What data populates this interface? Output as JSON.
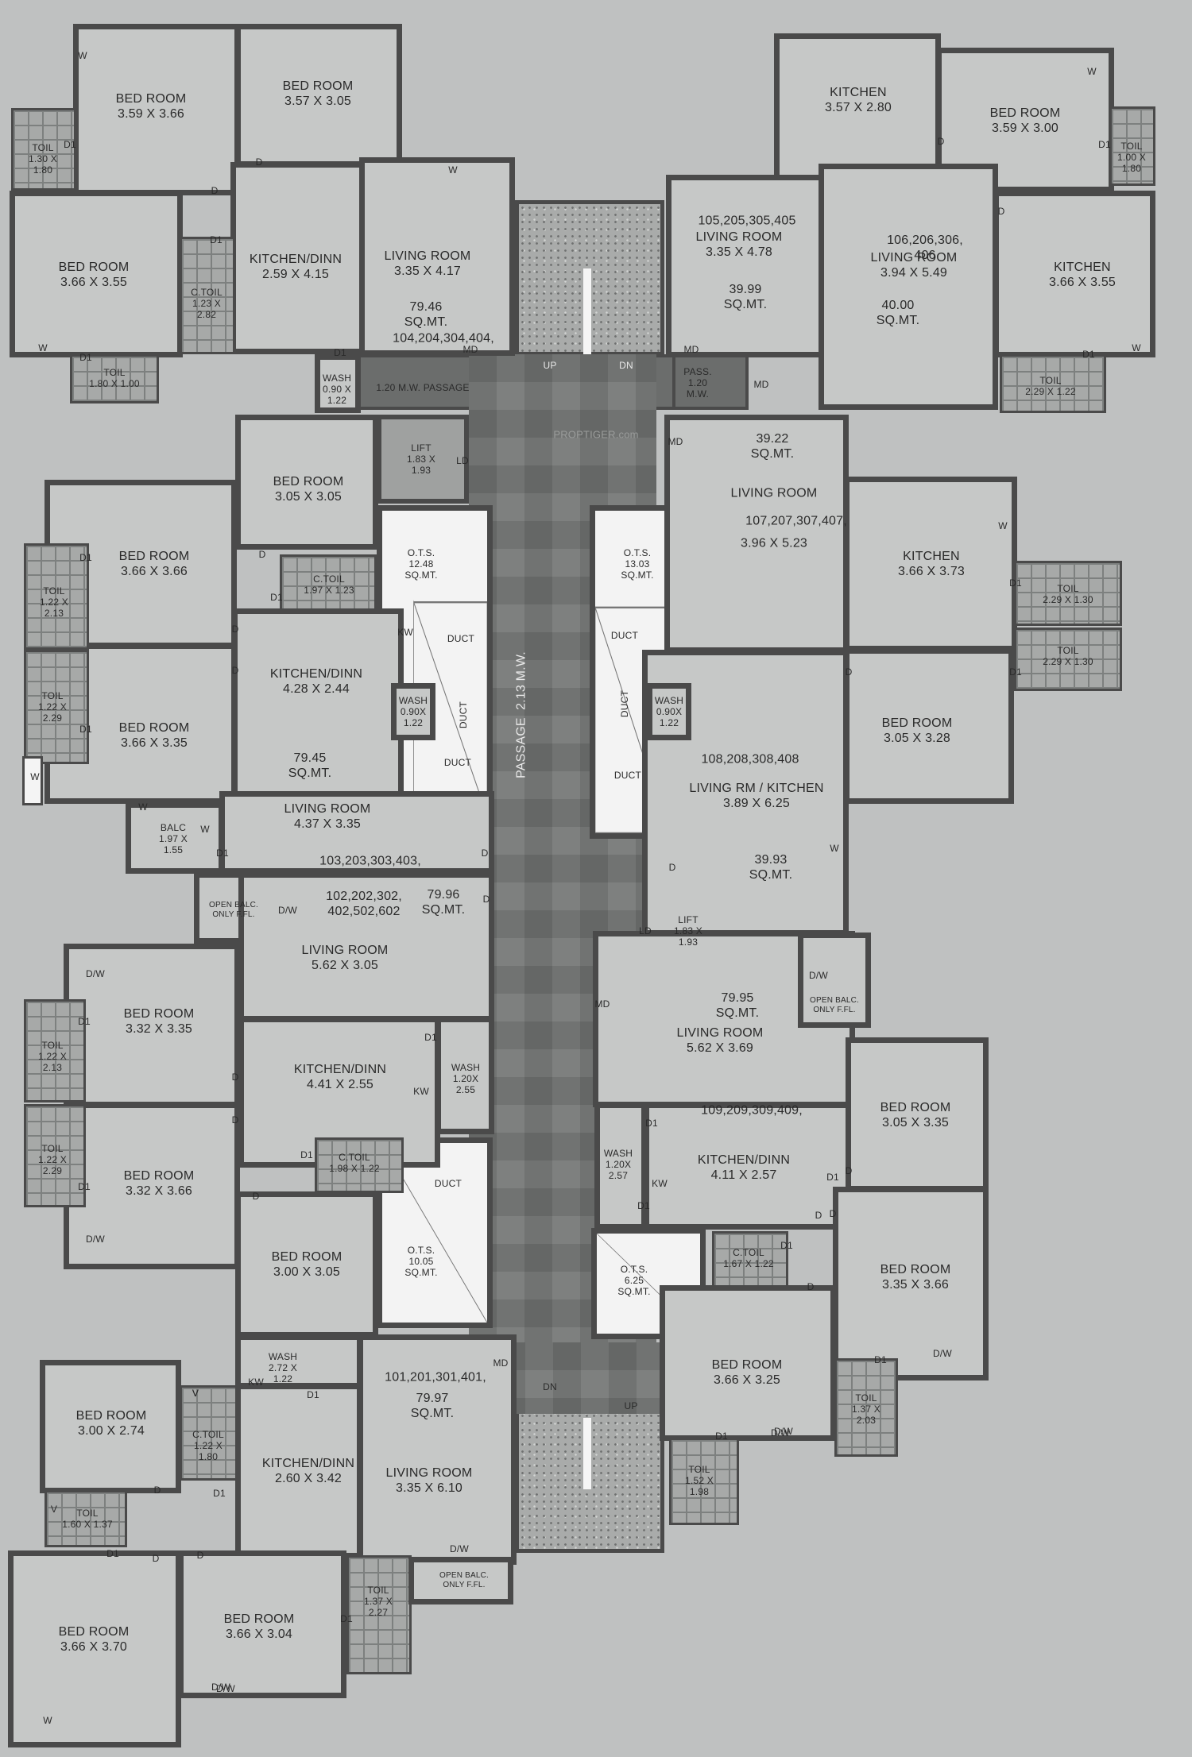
{
  "watermark": "PROPTIGER.com",
  "corridor": {
    "passage_main": "PASSAGE  2.13 M.W.",
    "passage_small": "1.20 M.W. PASSAGE",
    "pass": "PASS.\n1.20\nM.W.",
    "up_top": "UP",
    "dn_top": "DN",
    "dn_bottom": "DN",
    "up_bottom": "UP"
  },
  "lifts": [
    {
      "label": "LIFT\n1.83 X\n1.93"
    },
    {
      "label": "LIFT\n1.83 X\n1.93"
    }
  ],
  "ots": [
    {
      "label": "O.T.S.\n12.48\nSQ.MT.",
      "duct1": "DUCT",
      "duct2": "DUCT",
      "duct3": "DUCT"
    },
    {
      "label": "O.T.S.\n13.03\nSQ.MT.",
      "duct1": "DUCT",
      "duct2": "DUCT",
      "duct3": "DUCT"
    },
    {
      "label": "O.T.S.\n10.05\nSQ.MT.",
      "duct1": "DUCT"
    },
    {
      "label": "O.T.S.\n6.25\nSQ.MT."
    }
  ],
  "flats": {
    "f104": {
      "no": "104,204,304,404,",
      "area": "79.46\nSQ.MT."
    },
    "f105": {
      "no": "105,205,305,405",
      "area": "39.99\nSQ.MT."
    },
    "f106": {
      "no": "106,206,306,\n406",
      "area": "40.00\nSQ.MT."
    },
    "f107": {
      "no": "107,207,307,407,",
      "area": "39.22\nSQ.MT."
    },
    "f108": {
      "no": "108,208,308,408",
      "area": "39.93\nSQ.MT."
    },
    "f103": {
      "no": "103,203,303,403,",
      "area": "79.45\nSQ.MT."
    },
    "f102": {
      "no": "102,202,302,\n402,502,602",
      "area": "79.96\nSQ.MT."
    },
    "f109": {
      "no": "109,209,309,409,",
      "area": "79.95\nSQ.MT."
    },
    "f101": {
      "no": "101,201,301,401,",
      "area": "79.97\nSQ.MT."
    }
  },
  "rooms": [
    {
      "id": "r1",
      "label": "BED ROOM\n3.59 X 3.66"
    },
    {
      "id": "r2",
      "label": "BED ROOM\n3.57 X 3.05"
    },
    {
      "id": "r3",
      "label": "BED ROOM\n3.66 X 3.55"
    },
    {
      "id": "r4",
      "label": "KITCHEN/DINN\n2.59 X 4.15"
    },
    {
      "id": "r5",
      "label": "LIVING ROOM\n3.35 X 4.17"
    },
    {
      "id": "r6",
      "label": "KITCHEN\n3.57 X 2.80"
    },
    {
      "id": "r7",
      "label": "BED ROOM\n3.59 X 3.00"
    },
    {
      "id": "r8",
      "label": "LIVING ROOM\n3.35 X 4.78"
    },
    {
      "id": "r9",
      "label": "LIVING ROOM\n3.94 X 5.49"
    },
    {
      "id": "r10",
      "label": "KITCHEN\n3.66 X 3.55"
    },
    {
      "id": "r11",
      "label": "BED ROOM\n3.05 X 3.05"
    },
    {
      "id": "r12",
      "label": "BED ROOM\n3.66 X 3.66"
    },
    {
      "id": "r13",
      "label": "BED ROOM\n3.66 X 3.35"
    },
    {
      "id": "r14",
      "label": "KITCHEN/DINN\n4.28 X 2.44"
    },
    {
      "id": "r15",
      "label": "LIVING ROOM\n4.37 X 3.35"
    },
    {
      "id": "r16",
      "label": "LIVING ROOM"
    },
    {
      "id": "r17",
      "label": "3.96 X 5.23"
    },
    {
      "id": "r18",
      "label": "KITCHEN\n3.66 X 3.73"
    },
    {
      "id": "r19",
      "label": "BED ROOM\n3.05 X 3.28"
    },
    {
      "id": "r20",
      "label": "LIVING RM / KITCHEN\n3.89 X 6.25"
    },
    {
      "id": "r21",
      "label": "LIVING ROOM\n5.62 X 3.05"
    },
    {
      "id": "r22",
      "label": "BED ROOM\n3.32 X 3.35"
    },
    {
      "id": "r23",
      "label": "BED ROOM\n3.32 X 3.66"
    },
    {
      "id": "r24",
      "label": "KITCHEN/DINN\n4.41 X 2.55"
    },
    {
      "id": "r25",
      "label": "BED ROOM\n3.00 X 3.05"
    },
    {
      "id": "r26",
      "label": "LIVING ROOM\n5.62 X 3.69"
    },
    {
      "id": "r27",
      "label": "KITCHEN/DINN\n4.11 X 2.57"
    },
    {
      "id": "r28",
      "label": "BED ROOM\n3.05 X 3.35"
    },
    {
      "id": "r29",
      "label": "BED ROOM\n3.35 X 3.66"
    },
    {
      "id": "r30",
      "label": "BED ROOM\n3.66 X 3.25"
    },
    {
      "id": "r31",
      "label": "BED ROOM\n3.00 X 2.74"
    },
    {
      "id": "r32",
      "label": "KITCHEN/DINN\n2.60 X 3.42"
    },
    {
      "id": "r33",
      "label": "LIVING ROOM\n3.35 X 6.10"
    },
    {
      "id": "r34",
      "label": "BED ROOM\n3.66 X 3.70"
    },
    {
      "id": "r35",
      "label": "BED ROOM\n3.66 X 3.04"
    }
  ],
  "small": [
    {
      "id": "s1",
      "label": "TOIL\n1.30 X\n1.80"
    },
    {
      "id": "s2",
      "label": "C.TOIL\n1.23 X\n2.82"
    },
    {
      "id": "s3",
      "label": "TOIL\n1.80 X 1.00"
    },
    {
      "id": "s4",
      "label": "WASH\n0.90 X\n1.22"
    },
    {
      "id": "s5",
      "label": "TOIL\n1.00 X\n1.80"
    },
    {
      "id": "s6",
      "label": "TOIL\n2.29 X 1.22"
    },
    {
      "id": "s7",
      "label": "TOIL\n1.22 X\n2.13"
    },
    {
      "id": "s8",
      "label": "TOIL\n1.22 X\n2.29"
    },
    {
      "id": "s9",
      "label": "C.TOIL\n1.97 X 1.23"
    },
    {
      "id": "s10",
      "label": "WASH\n0.90X\n1.22"
    },
    {
      "id": "s11",
      "label": "BALC\n1.97 X\n1.55"
    },
    {
      "id": "s12",
      "label": "WASH\n0.90X\n1.22"
    },
    {
      "id": "s13",
      "label": "TOIL\n2.29 X 1.30"
    },
    {
      "id": "s14",
      "label": "TOIL\n2.29 X 1.30"
    },
    {
      "id": "s15",
      "label": "OPEN BALC.\nONLY F.FL."
    },
    {
      "id": "s16",
      "label": "TOIL\n1.22 X\n2.13"
    },
    {
      "id": "s17",
      "label": "TOIL\n1.22 X\n2.29"
    },
    {
      "id": "s18",
      "label": "WASH\n1.20X\n2.55"
    },
    {
      "id": "s19",
      "label": "C.TOIL\n1.98 X 1.22"
    },
    {
      "id": "s20",
      "label": "OPEN BALC.\nONLY F.FL."
    },
    {
      "id": "s21",
      "label": "WASH\n1.20X\n2.57"
    },
    {
      "id": "s22",
      "label": "C.TOIL\n1.67 X 1.22"
    },
    {
      "id": "s23",
      "label": "TOIL\n1.37 X\n2.03"
    },
    {
      "id": "s24",
      "label": "TOIL\n1.52 X\n1.98"
    },
    {
      "id": "s25",
      "label": "WASH\n2.72 X\n1.22"
    },
    {
      "id": "s26",
      "label": "C.TOIL\n1.22 X\n1.80"
    },
    {
      "id": "s27",
      "label": "TOIL\n1.60 X 1.37"
    },
    {
      "id": "s28",
      "label": "TOIL\n1.37 X\n2.27"
    },
    {
      "id": "s29",
      "label": "OPEN BALC.\nONLY F.FL."
    }
  ],
  "marks": [
    {
      "id": "m1",
      "t": "W"
    },
    {
      "id": "m2",
      "t": "D1"
    },
    {
      "id": "m3",
      "t": "D"
    },
    {
      "id": "m4",
      "t": "D"
    },
    {
      "id": "m5",
      "t": "W"
    },
    {
      "id": "m6",
      "t": "D1"
    },
    {
      "id": "m7",
      "t": "W"
    },
    {
      "id": "m8",
      "t": "D1"
    },
    {
      "id": "m9",
      "t": "MD"
    },
    {
      "id": "m10",
      "t": "D1"
    },
    {
      "id": "m11",
      "t": "W"
    },
    {
      "id": "m12",
      "t": "D"
    },
    {
      "id": "m13",
      "t": "D1"
    },
    {
      "id": "m14",
      "t": "D"
    },
    {
      "id": "m15",
      "t": "MD"
    },
    {
      "id": "m16",
      "t": "MD"
    },
    {
      "id": "m17",
      "t": "D1"
    },
    {
      "id": "m18",
      "t": "W"
    },
    {
      "id": "m19",
      "t": "MD"
    },
    {
      "id": "m20",
      "t": "LD"
    },
    {
      "id": "m21",
      "t": "D1"
    },
    {
      "id": "m22",
      "t": "D"
    },
    {
      "id": "m23",
      "t": "D1"
    },
    {
      "id": "m24",
      "t": "D"
    },
    {
      "id": "m25",
      "t": "D"
    },
    {
      "id": "m26",
      "t": "D1"
    },
    {
      "id": "m27",
      "t": "W"
    },
    {
      "id": "m28",
      "t": "W"
    },
    {
      "id": "m29",
      "t": "D1"
    },
    {
      "id": "m30",
      "t": "KW"
    },
    {
      "id": "m31",
      "t": "D"
    },
    {
      "id": "m32",
      "t": "W"
    },
    {
      "id": "m33",
      "t": "D1"
    },
    {
      "id": "m34",
      "t": "D1"
    },
    {
      "id": "m35",
      "t": "D"
    },
    {
      "id": "m36",
      "t": "W"
    },
    {
      "id": "m37",
      "t": "D"
    },
    {
      "id": "m38",
      "t": "W"
    },
    {
      "id": "m39",
      "t": "D/W"
    },
    {
      "id": "m40",
      "t": "D"
    },
    {
      "id": "m41",
      "t": "D/W"
    },
    {
      "id": "m42",
      "t": "D1"
    },
    {
      "id": "m43",
      "t": "D"
    },
    {
      "id": "m44",
      "t": "D"
    },
    {
      "id": "m45",
      "t": "D1"
    },
    {
      "id": "m46",
      "t": "D1"
    },
    {
      "id": "m47",
      "t": "KW"
    },
    {
      "id": "m48",
      "t": "D/W"
    },
    {
      "id": "m49",
      "t": "D1"
    },
    {
      "id": "m50",
      "t": "D"
    },
    {
      "id": "m51",
      "t": "LD"
    },
    {
      "id": "m52",
      "t": "D/W"
    },
    {
      "id": "m53",
      "t": "MD"
    },
    {
      "id": "m54",
      "t": "D1"
    },
    {
      "id": "m55",
      "t": "KW"
    },
    {
      "id": "m56",
      "t": "D1"
    },
    {
      "id": "m57",
      "t": "D"
    },
    {
      "id": "m58",
      "t": "D"
    },
    {
      "id": "m59",
      "t": "D1"
    },
    {
      "id": "m60",
      "t": "D"
    },
    {
      "id": "m61",
      "t": "D1"
    },
    {
      "id": "m62",
      "t": "D/W"
    },
    {
      "id": "m63",
      "t": "D1"
    },
    {
      "id": "m64",
      "t": "D/W"
    },
    {
      "id": "m65",
      "t": "MD"
    },
    {
      "id": "m66",
      "t": "KW"
    },
    {
      "id": "m67",
      "t": "D1"
    },
    {
      "id": "m68",
      "t": "V"
    },
    {
      "id": "m69",
      "t": "D"
    },
    {
      "id": "m70",
      "t": "D1"
    },
    {
      "id": "m71",
      "t": "D1"
    },
    {
      "id": "m72",
      "t": "D"
    },
    {
      "id": "m73",
      "t": "D"
    },
    {
      "id": "m74",
      "t": "D1"
    },
    {
      "id": "m75",
      "t": "D/W"
    },
    {
      "id": "m76",
      "t": "D/W"
    },
    {
      "id": "m77",
      "t": "W"
    },
    {
      "id": "m78",
      "t": "D/W"
    },
    {
      "id": "m79",
      "t": "D1"
    },
    {
      "id": "m80",
      "t": "V"
    },
    {
      "id": "m81",
      "t": "V"
    },
    {
      "id": "m82",
      "t": "D"
    },
    {
      "id": "m83",
      "t": "D/W"
    }
  ]
}
